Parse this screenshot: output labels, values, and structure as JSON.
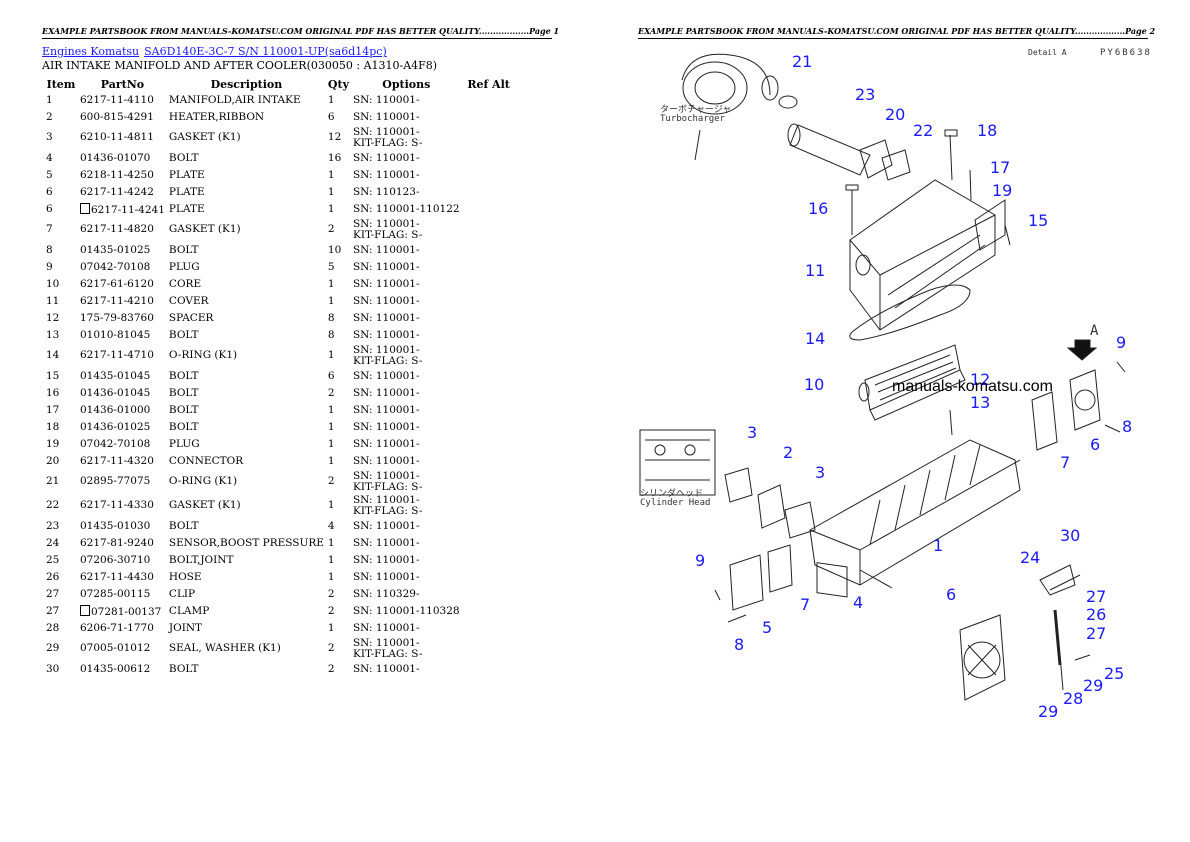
{
  "header_left": "EXAMPLE PARTSBOOK FROM MANUALS-KOMATSU.COM ORIGINAL PDF HAS BETTER QUALITY..................Page 1",
  "header_right": "EXAMPLE PARTSBOOK FROM MANUALS-KOMATSU.COM ORIGINAL PDF HAS BETTER QUALITY..................Page 2",
  "breadcrumb": {
    "link1": "Engines Komatsu",
    "link2": "SA6D140E-3C-7 S/N 110001-UP(sa6d14pc)"
  },
  "subtitle": "AIR INTAKE MANIFOLD AND AFTER COOLER(030050 : A1310-A4F8)",
  "columns": [
    "Item",
    "PartNo",
    "Description",
    "Qty",
    "Options",
    "Ref Alt"
  ],
  "rows": [
    {
      "item": "1",
      "part": "6217-11-4110",
      "desc": "MANIFOLD,AIR INTAKE",
      "qty": "1",
      "opt1": "SN: 110001-",
      "opt2": ""
    },
    {
      "item": "2",
      "part": "600-815-4291",
      "desc": "HEATER,RIBBON",
      "qty": "6",
      "opt1": "SN: 110001-",
      "opt2": ""
    },
    {
      "item": "3",
      "part": "6210-11-4811",
      "desc": "GASKET (K1)",
      "qty": "12",
      "opt1": "SN: 110001-",
      "opt2": "KIT-FLAG: S-"
    },
    {
      "item": "4",
      "part": "01436-01070",
      "desc": "BOLT",
      "qty": "16",
      "opt1": "SN: 110001-",
      "opt2": ""
    },
    {
      "item": "5",
      "part": "6218-11-4250",
      "desc": "PLATE",
      "qty": "1",
      "opt1": "SN: 110001-",
      "opt2": ""
    },
    {
      "item": "6",
      "part": "6217-11-4242",
      "desc": "PLATE",
      "qty": "1",
      "opt1": "SN: 110123-",
      "opt2": ""
    },
    {
      "item": "6",
      "part": "6217-11-4241",
      "desc": "PLATE",
      "qty": "1",
      "opt1": "SN: 110001-110122",
      "opt2": "",
      "box": true
    },
    {
      "item": "7",
      "part": "6217-11-4820",
      "desc": "GASKET (K1)",
      "qty": "2",
      "opt1": "SN: 110001-",
      "opt2": "KIT-FLAG: S-"
    },
    {
      "item": "8",
      "part": "01435-01025",
      "desc": "BOLT",
      "qty": "10",
      "opt1": "SN: 110001-",
      "opt2": ""
    },
    {
      "item": "9",
      "part": "07042-70108",
      "desc": "PLUG",
      "qty": "5",
      "opt1": "SN: 110001-",
      "opt2": ""
    },
    {
      "item": "10",
      "part": "6217-61-6120",
      "desc": "CORE",
      "qty": "1",
      "opt1": "SN: 110001-",
      "opt2": ""
    },
    {
      "item": "11",
      "part": "6217-11-4210",
      "desc": "COVER",
      "qty": "1",
      "opt1": "SN: 110001-",
      "opt2": ""
    },
    {
      "item": "12",
      "part": "175-79-83760",
      "desc": "SPACER",
      "qty": "8",
      "opt1": "SN: 110001-",
      "opt2": ""
    },
    {
      "item": "13",
      "part": "01010-81045",
      "desc": "BOLT",
      "qty": "8",
      "opt1": "SN: 110001-",
      "opt2": ""
    },
    {
      "item": "14",
      "part": "6217-11-4710",
      "desc": "O-RING (K1)",
      "qty": "1",
      "opt1": "SN: 110001-",
      "opt2": "KIT-FLAG: S-"
    },
    {
      "item": "15",
      "part": "01435-01045",
      "desc": "BOLT",
      "qty": "6",
      "opt1": "SN: 110001-",
      "opt2": ""
    },
    {
      "item": "16",
      "part": "01436-01045",
      "desc": "BOLT",
      "qty": "2",
      "opt1": "SN: 110001-",
      "opt2": ""
    },
    {
      "item": "17",
      "part": "01436-01000",
      "desc": "BOLT",
      "qty": "1",
      "opt1": "SN: 110001-",
      "opt2": ""
    },
    {
      "item": "18",
      "part": "01436-01025",
      "desc": "BOLT",
      "qty": "1",
      "opt1": "SN: 110001-",
      "opt2": ""
    },
    {
      "item": "19",
      "part": "07042-70108",
      "desc": "PLUG",
      "qty": "1",
      "opt1": "SN: 110001-",
      "opt2": ""
    },
    {
      "item": "20",
      "part": "6217-11-4320",
      "desc": "CONNECTOR",
      "qty": "1",
      "opt1": "SN: 110001-",
      "opt2": ""
    },
    {
      "item": "21",
      "part": "02895-77075",
      "desc": "O-RING (K1)",
      "qty": "2",
      "opt1": "SN: 110001-",
      "opt2": "KIT-FLAG: S-"
    },
    {
      "item": "22",
      "part": "6217-11-4330",
      "desc": "GASKET (K1)",
      "qty": "1",
      "opt1": "SN: 110001-",
      "opt2": "KIT-FLAG: S-"
    },
    {
      "item": "23",
      "part": "01435-01030",
      "desc": "BOLT",
      "qty": "4",
      "opt1": "SN: 110001-",
      "opt2": ""
    },
    {
      "item": "24",
      "part": "6217-81-9240",
      "desc": "SENSOR,BOOST PRESSURE",
      "qty": "1",
      "opt1": "SN: 110001-",
      "opt2": ""
    },
    {
      "item": "25",
      "part": "07206-30710",
      "desc": "BOLT,JOINT",
      "qty": "1",
      "opt1": "SN: 110001-",
      "opt2": ""
    },
    {
      "item": "26",
      "part": "6217-11-4430",
      "desc": "HOSE",
      "qty": "1",
      "opt1": "SN: 110001-",
      "opt2": ""
    },
    {
      "item": "27",
      "part": "07285-00115",
      "desc": "CLIP",
      "qty": "2",
      "opt1": "SN: 110329-",
      "opt2": ""
    },
    {
      "item": "27",
      "part": "07281-00137",
      "desc": "CLAMP",
      "qty": "2",
      "opt1": "SN: 110001-110328",
      "opt2": "",
      "box": true
    },
    {
      "item": "28",
      "part": "6206-71-1770",
      "desc": "JOINT",
      "qty": "1",
      "opt1": "SN: 110001-",
      "opt2": ""
    },
    {
      "item": "29",
      "part": "07005-01012",
      "desc": "SEAL, WASHER (K1)",
      "qty": "2",
      "opt1": "SN: 110001-",
      "opt2": "KIT-FLAG: S-"
    },
    {
      "item": "30",
      "part": "01435-00612",
      "desc": "BOLT",
      "qty": "2",
      "opt1": "SN: 110001-",
      "opt2": ""
    }
  ],
  "diagram": {
    "watermark": "manuals-komatsu.com",
    "code": "PY6B638",
    "detail_label": "Detail A",
    "detail_letter": "A",
    "turbo_jp": "ターボチャージャ",
    "turbo_en": "Turbocharger",
    "cyl_jp": "シリンダヘッド",
    "cyl_en": "Cylinder Head",
    "callout_color": "#1a1aff"
  }
}
